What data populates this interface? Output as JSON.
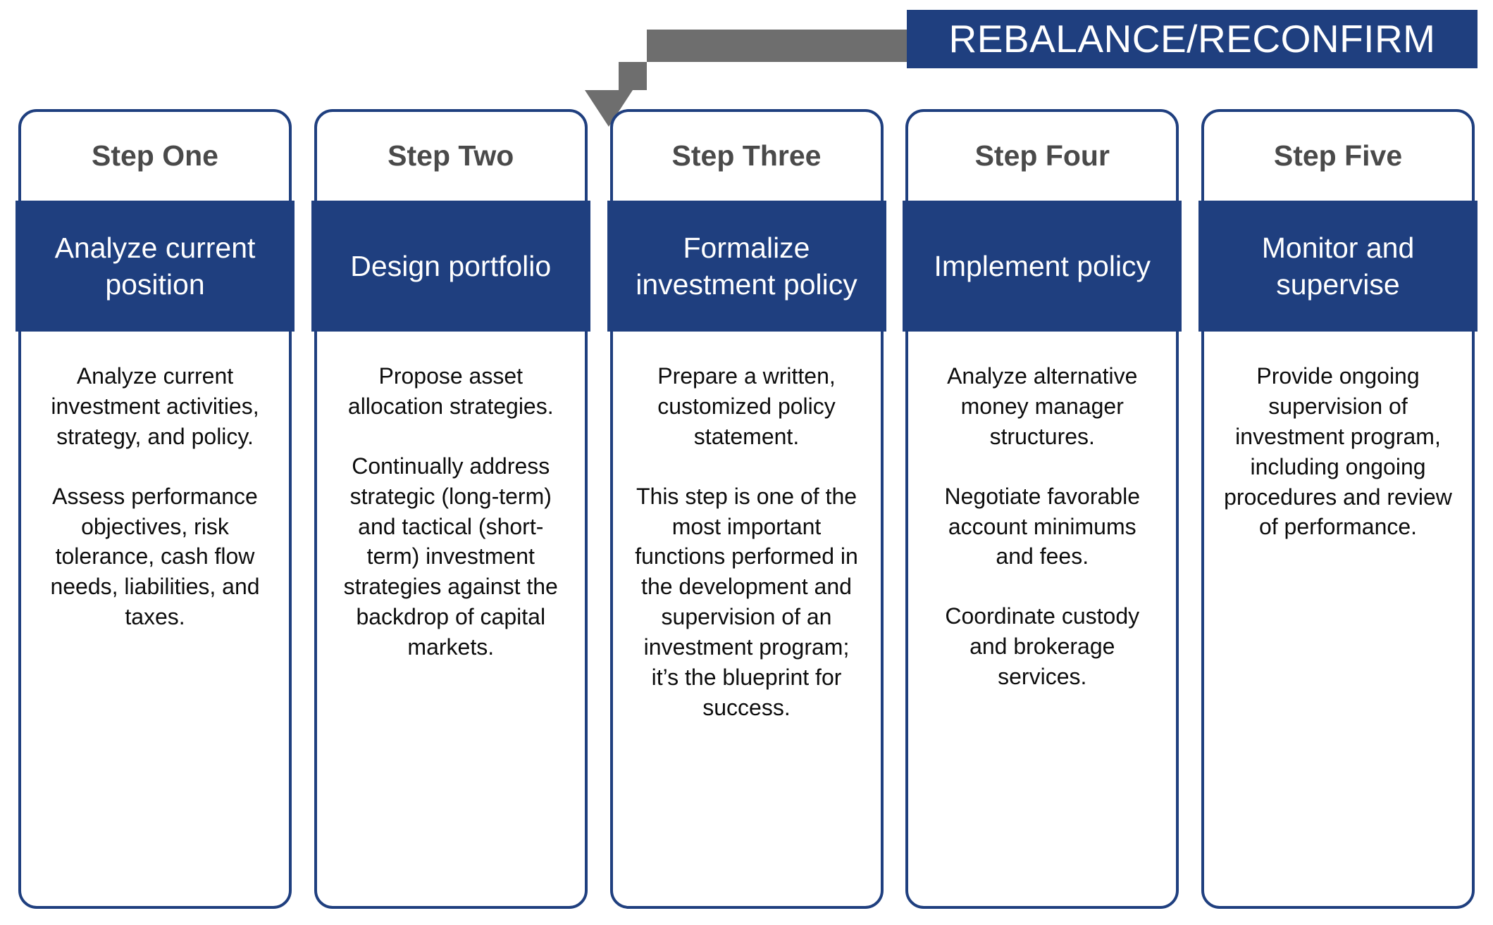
{
  "banner": {
    "label": "REBALANCE/RECONFIRM",
    "color": "#1F3F7F",
    "text_color": "#ffffff"
  },
  "arrow": {
    "name": "feedback-loop-arrow",
    "color": "#6e6e6e",
    "direction": "left-then-down",
    "points_to": "Step Three"
  },
  "theme": {
    "navy": "#1F3F7F",
    "step_label_gray": "#4a4a4a",
    "body_text": "#0d0d0d",
    "arrow_gray": "#6e6e6e",
    "card_background": "#ffffff"
  },
  "cards": [
    {
      "step": "Step One",
      "title": "Analyze current position",
      "paragraphs": [
        "Analyze current investment activities, strategy, and policy.",
        "Assess performance objectives, risk tolerance, cash flow needs, liabilities, and taxes."
      ]
    },
    {
      "step": "Step Two",
      "title": "Design portfolio",
      "paragraphs": [
        "Propose asset allocation strategies.",
        "Continually address strategic (long-term) and tactical (short-term) investment strategies against the backdrop of capital markets."
      ]
    },
    {
      "step": "Step Three",
      "title": "Formalize investment policy",
      "paragraphs": [
        "Prepare a written, customized policy statement.",
        "This step is one of the most important functions performed in the development and supervision of an investment program; it’s the blueprint for success."
      ]
    },
    {
      "step": "Step Four",
      "title": "Implement policy",
      "paragraphs": [
        "Analyze alternative money manager structures.",
        "Negotiate favorable account minimums and fees.",
        "Coordinate custody and brokerage services."
      ]
    },
    {
      "step": "Step Five",
      "title": "Monitor and supervise",
      "paragraphs": [
        "Provide ongoing supervision of investment program, including ongoing procedures and review of performance."
      ]
    }
  ]
}
